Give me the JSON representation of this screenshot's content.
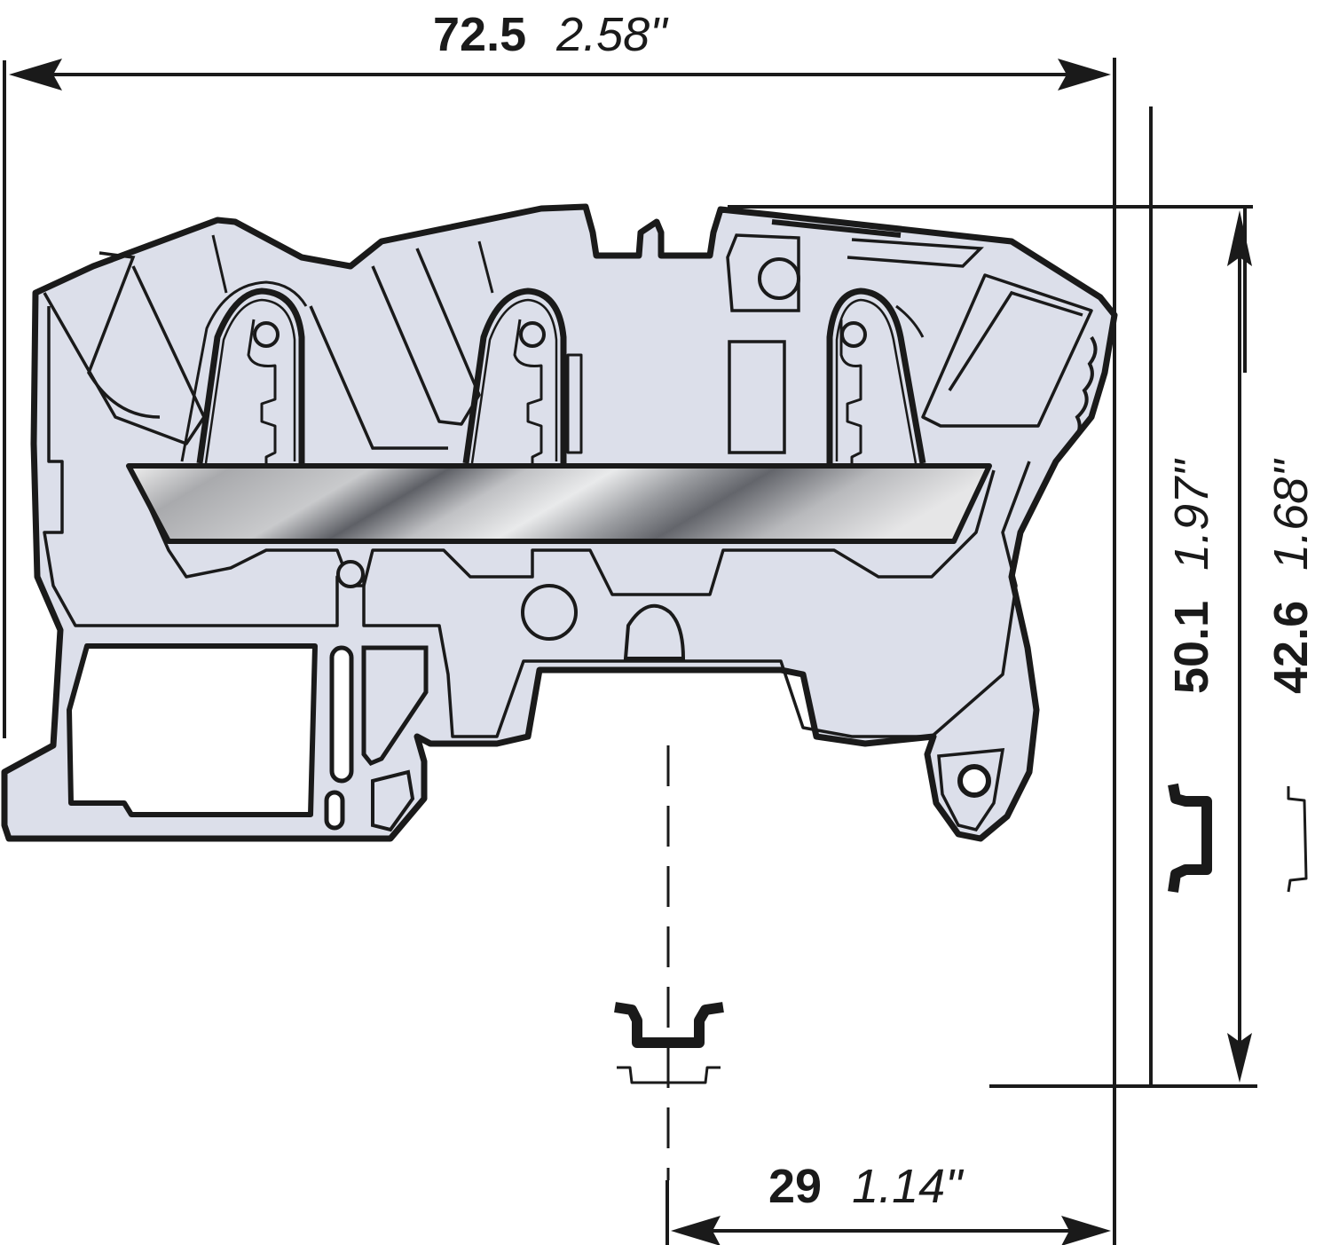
{
  "drawing": {
    "subject": "Spring-clamp terminal block, side profile dimension drawing",
    "colors": {
      "body_fill": "#dcdfea",
      "outline": "#1a1a1a",
      "busbar_light": "#e8e9ea",
      "busbar_dark": "#5e6066",
      "background": "#ffffff"
    },
    "dimensions": {
      "overall_width": {
        "mm": "72.5",
        "inch": "2.58\""
      },
      "height_from_top_35_rail": {
        "mm": "50.1",
        "inch": "1.97\""
      },
      "height_from_top_15_rail": {
        "mm": "42.6",
        "inch": "1.68\""
      },
      "rail_center_offset": {
        "mm": "29",
        "inch": "1.14\""
      }
    },
    "symbols": {
      "din_rail_deep": "top-hat DIN rail (deep profile)",
      "din_rail_shallow": "top-hat DIN rail (shallow profile)"
    },
    "clamps": [
      "clamp-1",
      "clamp-2",
      "clamp-3"
    ]
  }
}
